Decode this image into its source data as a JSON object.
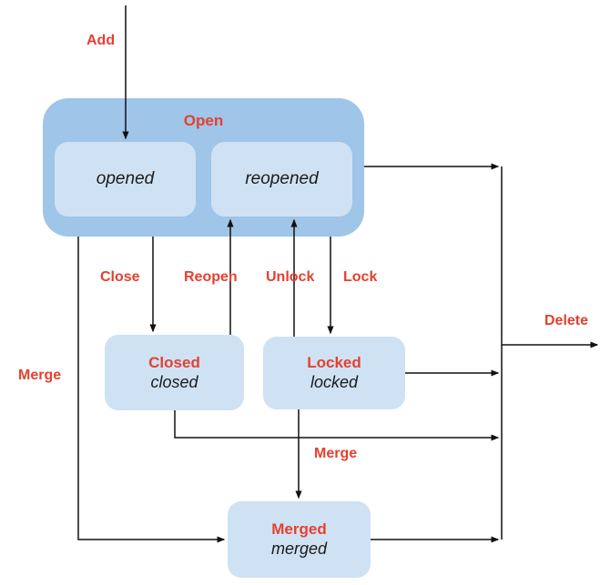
{
  "diagram": {
    "title_hint": "Issue / merge request state diagram",
    "open_group": {
      "title": "Open",
      "substates": {
        "opened": "opened",
        "reopened": "reopened"
      }
    },
    "states": {
      "closed": {
        "title": "Closed",
        "subtitle": "closed"
      },
      "locked": {
        "title": "Locked",
        "subtitle": "locked"
      },
      "merged": {
        "title": "Merged",
        "subtitle": "merged"
      }
    },
    "transitions": {
      "add": "Add",
      "close": "Close",
      "reopen": "Reopen",
      "unlock": "Unlock",
      "lock": "Lock",
      "merge_left": "Merge",
      "merge_bottom": "Merge",
      "delete": "Delete"
    },
    "colors": {
      "group_fill": "#9fc5e8",
      "state_fill": "#cfe2f3",
      "accent_red": "#e5402f",
      "line": "#111111",
      "text": "#1b1b1b",
      "background": "#ffffff"
    }
  }
}
